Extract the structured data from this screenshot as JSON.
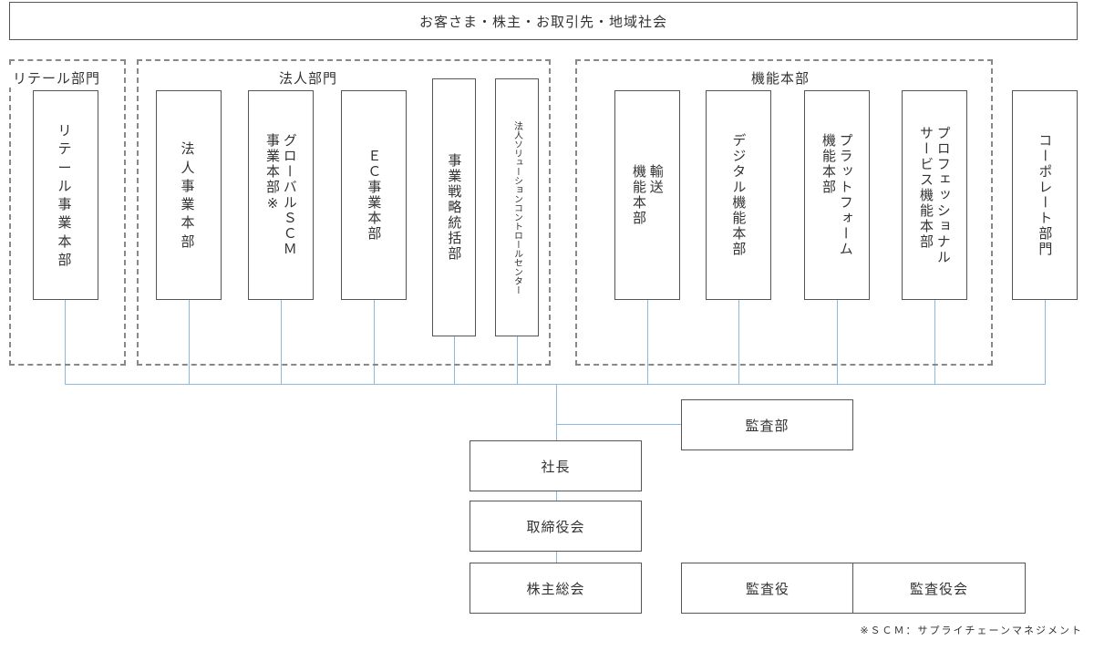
{
  "stakeholders": "お客さま・株主・お取引先・地域社会",
  "groups": {
    "retail": "リテール部門",
    "corporate": "法人部門",
    "functions": "機能本部"
  },
  "units": {
    "retail_hq": "リ\nテ\nー\nル\n事\n業\n本\n部",
    "corporate_hq": "法\n人\n事\n業\n本\n部",
    "global_scm": "グローバルＳＣＭ\n事業本部※",
    "ec_hq": "ＥＣ事業本部",
    "strategy": "事業戦略統括部",
    "solution_center": "法人ソリューションコントロールセンター",
    "logistics": "輸送\n機能本部",
    "digital": "デジタル機能本部",
    "platform": "プラットフォーム\n機能本部",
    "professional": "プロフェッショナル\nサービス機能本部",
    "corporate_dept": "コーポレート部門"
  },
  "governance": {
    "audit_dept": "監査部",
    "president": "社長",
    "board": "取締役会",
    "shareholders_meeting": "株主総会",
    "auditor": "監査役",
    "audit_board": "監査役会"
  },
  "footnote": "※ＳＣＭ：サプライチェーンマネジメント"
}
